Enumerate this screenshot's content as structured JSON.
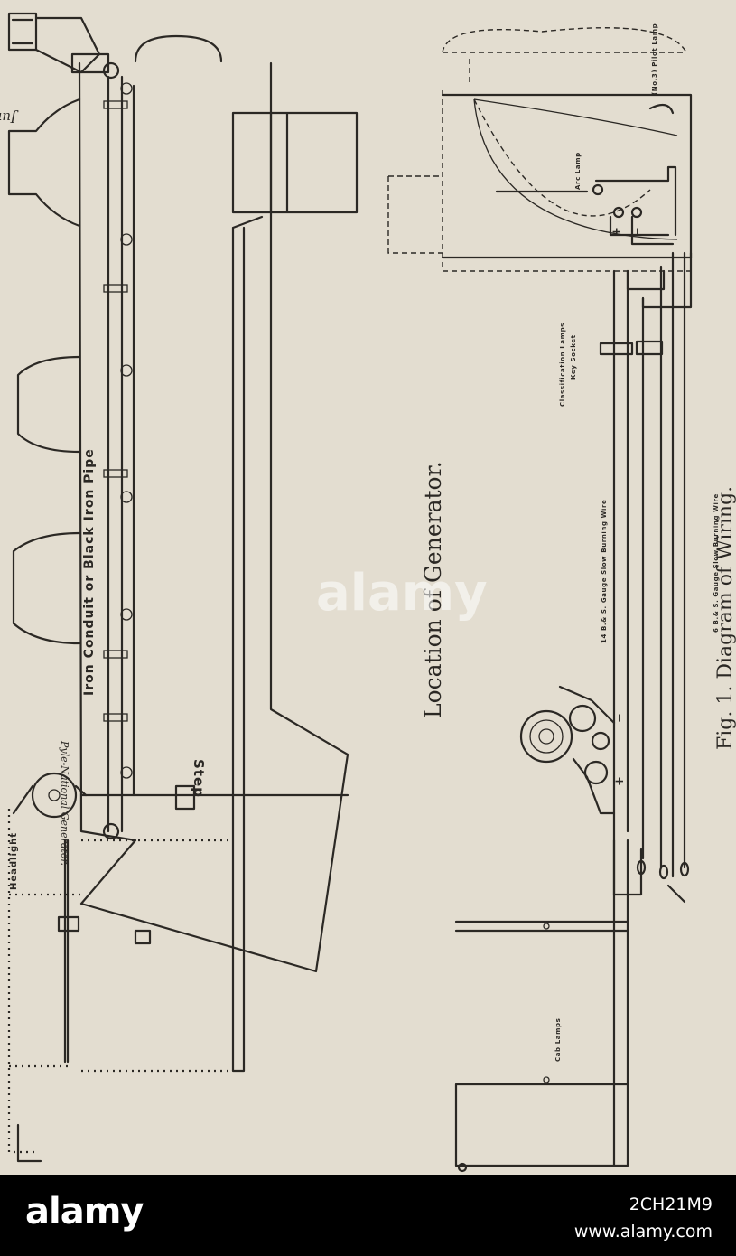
{
  "figure": {
    "left_title": "Location of Generator.",
    "right_caption": "Fig. 1. Diagram of Wiring."
  },
  "labels": {
    "junction_box": "Junction B",
    "pyle_national": "Pyle-National Generator.",
    "iron_conduit": "Iron Conduit or Black Iron Pipe",
    "step": "Step",
    "headlight_left": "Headlight",
    "no3_pilot_lamp": "(No.3) Pilot Lamp",
    "arc_lamp": "Arc Lamp",
    "classification_lamps": "Classification Lamps",
    "key_socket": "Key Socket",
    "wire_14": "14 B.& S. Gauge Slow Burning Wire",
    "wire_6": "6 B.& S. Gauge Slow Burning Wire",
    "cab_lamps": "Cab Lamps",
    "plus": "+",
    "minus": "−"
  },
  "watermark": {
    "text": "alamy"
  },
  "footer": {
    "logo": "alamy",
    "image_id": "2CH21M9",
    "site": "www.alamy.com"
  }
}
